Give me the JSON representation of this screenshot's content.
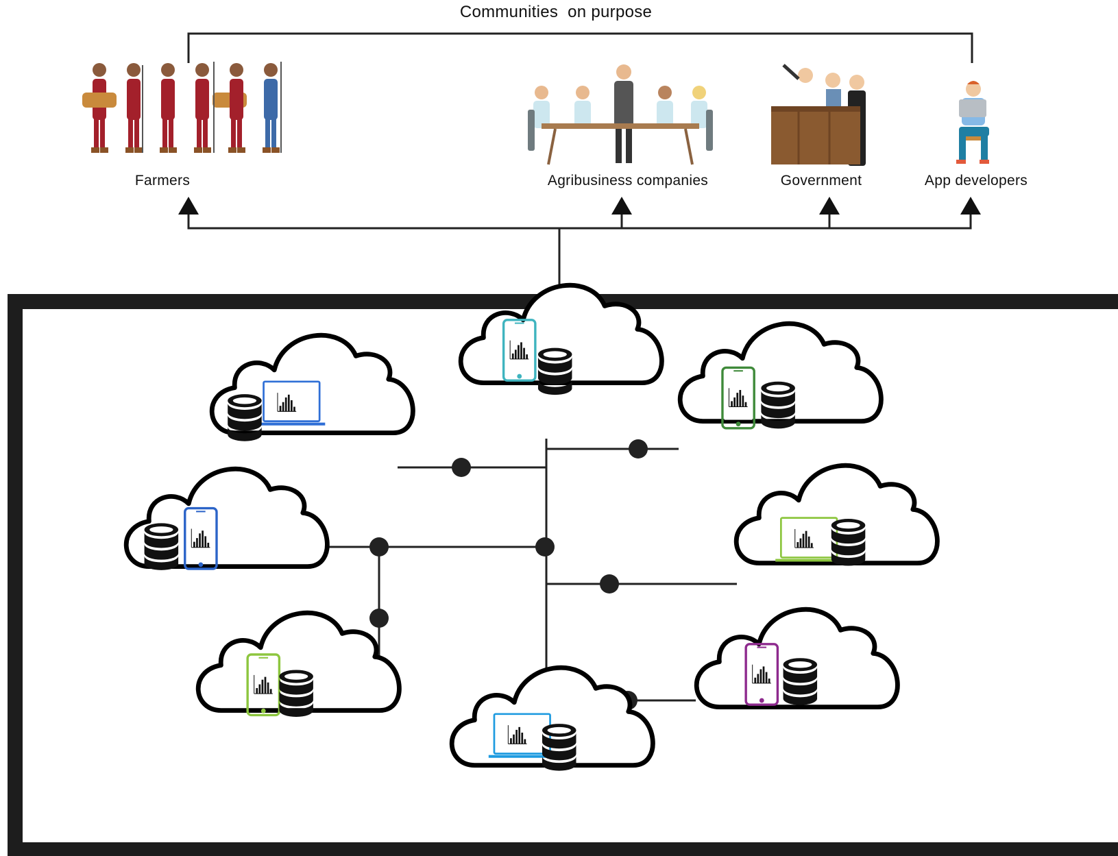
{
  "title": "Communities  on purpose",
  "communities": [
    {
      "id": "farmers",
      "label": "Farmers",
      "icon": "farmers-group-icon"
    },
    {
      "id": "agribusiness",
      "label": "Agribusiness companies",
      "icon": "business-meeting-icon"
    },
    {
      "id": "government",
      "label": "Government",
      "icon": "government-podium-icon"
    },
    {
      "id": "app-developers",
      "label": "App developers",
      "icon": "developer-laptop-icon"
    }
  ],
  "clouds": [
    {
      "id": "cloud-top-center",
      "device": "phone",
      "color": "#3fb4bf"
    },
    {
      "id": "cloud-top-left",
      "device": "laptop",
      "color": "#2f6fd6"
    },
    {
      "id": "cloud-top-right",
      "device": "phone",
      "color": "#3f8a3a"
    },
    {
      "id": "cloud-mid-left",
      "device": "phone",
      "color": "#2c64c8"
    },
    {
      "id": "cloud-mid-right",
      "device": "laptop",
      "color": "#8dc63f"
    },
    {
      "id": "cloud-bottom-left",
      "device": "phone",
      "color": "#8dc63f"
    },
    {
      "id": "cloud-bottom-center",
      "device": "laptop",
      "color": "#1e9be0"
    },
    {
      "id": "cloud-bottom-right",
      "device": "phone",
      "color": "#8e2a8e"
    }
  ]
}
